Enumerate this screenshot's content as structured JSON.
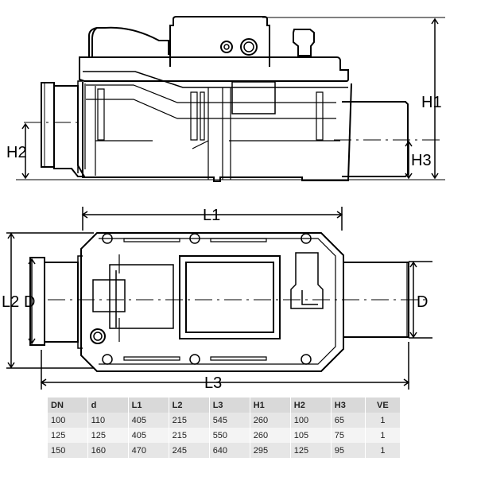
{
  "labels": {
    "H1": "H1",
    "H2": "H2",
    "H3": "H3",
    "L1": "L1",
    "L2": "L2",
    "L3": "L3",
    "D_left": "D",
    "D_right": "D"
  },
  "table": {
    "headers": [
      "DN",
      "d",
      "L1",
      "L2",
      "L3",
      "H1",
      "H2",
      "H3",
      "VE"
    ],
    "rows": [
      [
        "100",
        "110",
        "405",
        "215",
        "545",
        "260",
        "100",
        "65",
        "1"
      ],
      [
        "125",
        "125",
        "405",
        "215",
        "550",
        "260",
        "105",
        "75",
        "1"
      ],
      [
        "150",
        "160",
        "470",
        "245",
        "640",
        "295",
        "125",
        "95",
        "1"
      ]
    ]
  }
}
